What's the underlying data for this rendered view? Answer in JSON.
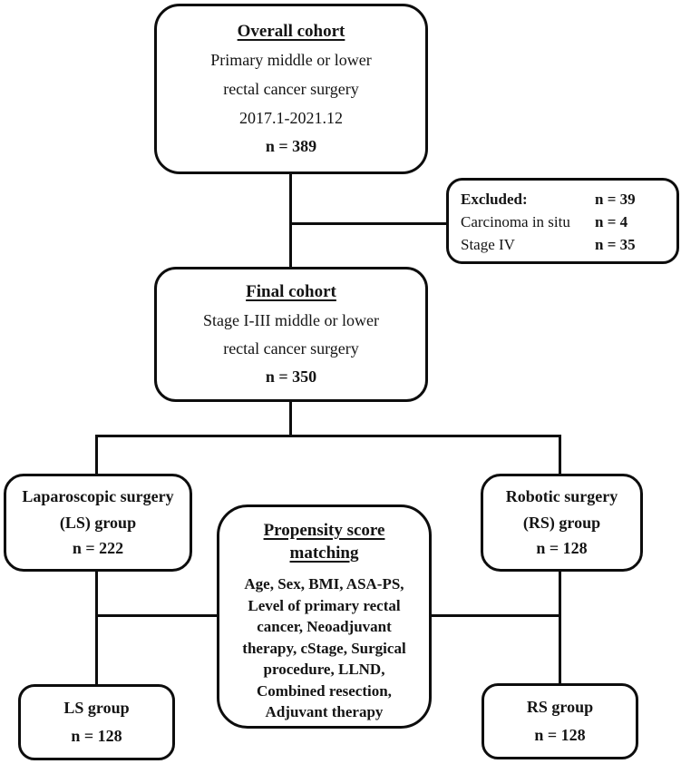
{
  "colors": {
    "ink": "#0d0d0d",
    "background": "#ffffff"
  },
  "flowchart": {
    "overall": {
      "title": "Overall cohort",
      "line1": "Primary middle or lower",
      "line2": "rectal cancer surgery",
      "line3": "2017.1-2021.12",
      "n": "n = 389"
    },
    "excluded": {
      "rows": [
        {
          "label": "Excluded:",
          "value": "n = 39"
        },
        {
          "label": "Carcinoma in situ",
          "value": "n = 4"
        },
        {
          "label": "Stage IV",
          "value": "n = 35"
        }
      ]
    },
    "final": {
      "title": "Final cohort",
      "line1": "Stage I-III middle or lower",
      "line2": "rectal cancer surgery",
      "n": "n = 350"
    },
    "ls": {
      "line1": "Laparoscopic surgery",
      "line2": "(LS) group",
      "n": "n = 222"
    },
    "rs": {
      "line1": "Robotic surgery",
      "line2": "(RS) group",
      "n": "n = 128"
    },
    "psm": {
      "title1": "Propensity score",
      "title2": "matching",
      "body1": "Age, Sex, BMI, ASA-PS,",
      "body2": "Level of primary rectal",
      "body3": "cancer, Neoadjuvant",
      "body4": "therapy, cStage, Surgical",
      "body5": "procedure, LLND,",
      "body6": "Combined resection,",
      "body7": "Adjuvant therapy"
    },
    "ls_group": {
      "line1": "LS group",
      "n": "n = 128"
    },
    "rs_group": {
      "line1": "RS group",
      "n": "n = 128"
    }
  }
}
